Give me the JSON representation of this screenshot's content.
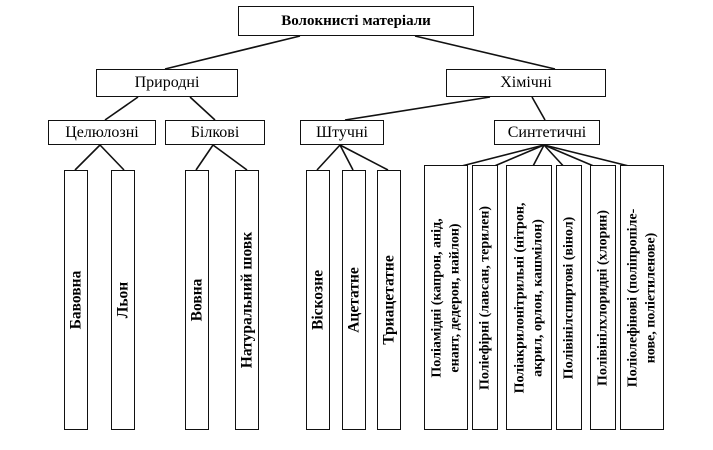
{
  "root": "Волокнисті матеріали",
  "level1": {
    "natural": "Природні",
    "chemical": "Хімічні"
  },
  "level2": {
    "cellulose": "Целюлозні",
    "protein": "Білкові",
    "artificial": "Штучні",
    "synthetic": "Синтетичні"
  },
  "leaves": {
    "cellulose": [
      "Бавовна",
      "Льон"
    ],
    "protein": [
      "Вовна",
      "Натуральний шовк"
    ],
    "artificial": [
      "Віскозне",
      "Ацетатне",
      "Триацетатне"
    ],
    "synthetic": [
      {
        "line1": "Поліамідні (капрон, анід,",
        "line2": "енант, дедерон, найлон)"
      },
      {
        "line1": "Поліефірні (лавсан, терилен)",
        "line2": ""
      },
      {
        "line1": "Поліакрилонітрильні (нітрон,",
        "line2": "акрил, орлон, кашмілон)"
      },
      {
        "line1": "Полівінілспиртові (вінол)",
        "line2": ""
      },
      {
        "line1": "Полівінілхлоридні (хлорин)",
        "line2": ""
      },
      {
        "line1": "Поліолефінові (поліпропіле-",
        "line2": "нове, поліетиленове)"
      }
    ]
  }
}
